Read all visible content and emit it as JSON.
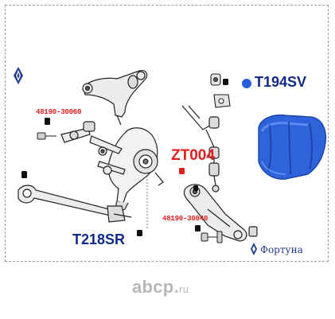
{
  "labels": {
    "part_left": "48190-30060",
    "part_right": "48190-30040",
    "code_top_right": "T194SV",
    "code_center": "ZT004",
    "code_bottom_left": "T218SR",
    "brand_right": "Фортуна"
  },
  "footer": {
    "brand": "abcp",
    "dot": ".",
    "tld": "ru"
  },
  "colors": {
    "part_number": "#e11f1f",
    "code_blue": "#102a86",
    "bushing_blue": "#2a5fdc",
    "marker": "#111111",
    "footer_text": "#b7b7b7"
  },
  "icons": {
    "logo_left": "diamond-emblem-icon",
    "logo_fortuna": "diamond-emblem-icon",
    "code_marker": "blue-dot-icon"
  }
}
